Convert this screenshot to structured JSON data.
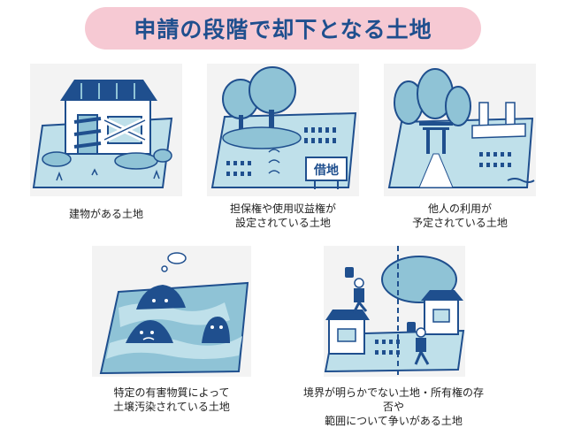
{
  "title": "申請の段階で却下となる土地",
  "cards": [
    {
      "caption": "建物がある土地"
    },
    {
      "caption": "担保権や使用収益権が\n設定されている土地",
      "sign": "借地"
    },
    {
      "caption": "他人の利用が\n予定されている土地"
    },
    {
      "caption": "特定の有害物質によって\n土壌汚染されている土地"
    },
    {
      "caption": "境界が明らかでない土地・所有権の存否や\n範囲について争いがある土地"
    }
  ],
  "colors": {
    "title_bg": "#f6c9d3",
    "title_text": "#1f4f8e",
    "navy": "#1f4f8e",
    "light_blue": "#8fc3d6",
    "pale_blue": "#bfe0ea",
    "panel": "#f3f3f3"
  }
}
